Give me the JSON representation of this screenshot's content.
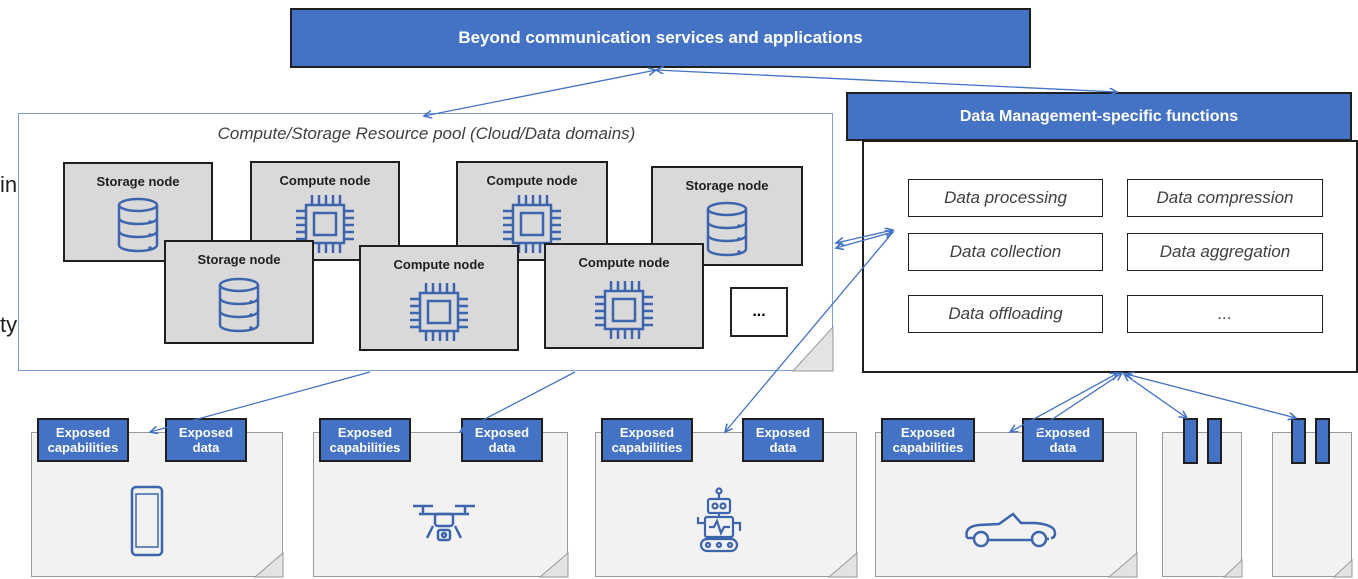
{
  "top_title": "Beyond communication services and applications",
  "pool": {
    "title": "Compute/Storage Resource pool (Cloud/Data domains)",
    "storage_label": "Storage  node",
    "compute_label": "Compute node",
    "more": "..."
  },
  "data_management": {
    "header": "Data Management-specific functions",
    "functions": [
      "Data processing",
      "Data compression",
      "Data collection",
      "Data aggregation",
      "Data offloading",
      "..."
    ]
  },
  "side_fragments": [
    "ing",
    "ty"
  ],
  "devices": {
    "exposed_capabilities": "Exposed capabilities",
    "exposed_data": "Exposed data",
    "icons": [
      "smartphone-icon",
      "drone-icon",
      "robot-icon",
      "car-icon"
    ]
  },
  "colors": {
    "accent": "#4472c4",
    "node_fill": "#d9d9d9",
    "device_fill": "#f2f2f2",
    "line": "#4472c4"
  }
}
